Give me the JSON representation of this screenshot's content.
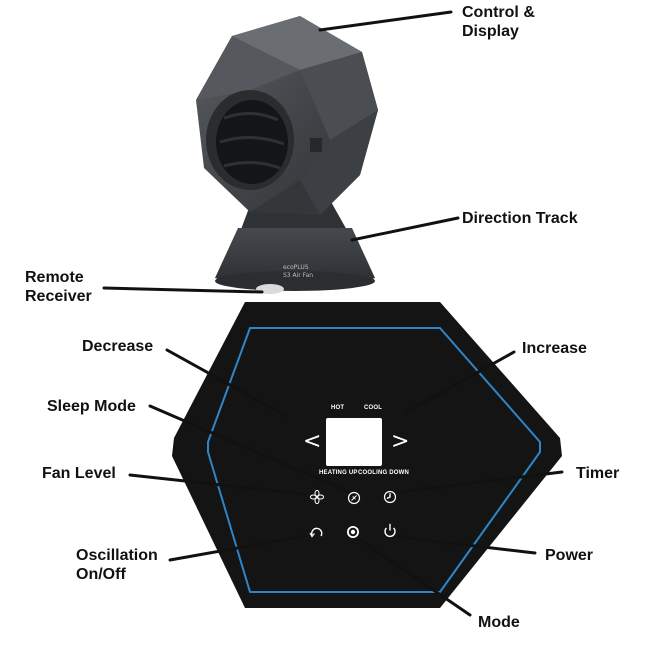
{
  "callouts": {
    "control_display": [
      "Control &",
      "Display"
    ],
    "direction_track": "Direction Track",
    "remote_receiver": [
      "Remote",
      "Receiver"
    ],
    "decrease": "Decrease",
    "increase": "Increase",
    "sleep_mode": "Sleep Mode",
    "fan_level": "Fan Level",
    "timer": "Timer",
    "oscillation": [
      "Oscillation",
      "On/Off"
    ],
    "power": "Power",
    "mode": "Mode"
  },
  "panel": {
    "hot": "HOT",
    "cool": "COOL",
    "heating_up": "HEATING UP",
    "cooling_down": "COOLING DOWN",
    "decrease_glyph": "<",
    "increase_glyph": ">"
  },
  "device": {
    "brand_line1": "ecoPLUS",
    "brand_line2": "S3 Air Fan"
  },
  "icons": [
    "fan-level-icon",
    "sleep-mode-icon",
    "timer-icon",
    "oscillation-icon",
    "mode-icon",
    "power-icon"
  ],
  "colors": {
    "device_body": "#3a3d40",
    "panel": "#141414",
    "panel_border": "#2e86c8",
    "leader_line": "#111111"
  }
}
